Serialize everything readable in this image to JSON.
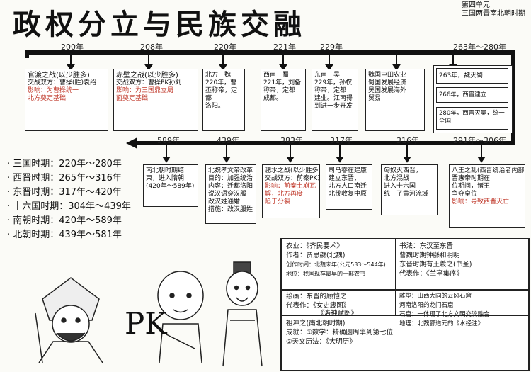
{
  "header": {
    "title": "政权分立与民族交融",
    "unit_line1": "第四单元",
    "unit_line2": "三国两晋南北朝时期"
  },
  "timeline_top": {
    "years": [
      "200年",
      "208年",
      "220年",
      "221年",
      "229年",
      "263年～280年"
    ],
    "boxes": [
      {
        "lines": [
          "官渡之战(以少胜多)",
          "交战双方：曹操(胜)袁绍",
          "影响：为曹操统一",
          "北方奠定基础"
        ]
      },
      {
        "lines": [
          "赤壁之战(以少胜多)",
          "交战双方：曹操PK孙刘",
          "影响：为三国鼎立局",
          "面奠定基础"
        ]
      },
      {
        "lines": [
          "北方一魏",
          "220年，曹丕称帝，定都",
          "洛阳。"
        ]
      },
      {
        "lines": [
          "西南一蜀",
          "221年，刘备",
          "称帝，定都",
          "成都。"
        ]
      },
      {
        "lines": [
          "东南一吴",
          "229年，孙权",
          "称帝，定都",
          "建业。江南得",
          "到进一步开发"
        ]
      },
      {
        "lines": [
          "魏国屯田农业",
          "蜀国发展经济",
          "吴国发展海外",
          "贸易"
        ]
      },
      {
        "lines": [
          "263年，魏灭蜀",
          "266年，西晋建立",
          "280年，西晋灭吴，统一全国"
        ]
      }
    ]
  },
  "timeline_bottom": {
    "years": [
      "589年",
      "439年",
      "383年",
      "317年",
      "316年",
      "291年～306年"
    ],
    "boxes": [
      {
        "lines": [
          "南北朝时期结束，进入隋朝",
          "(420年～589年)"
        ]
      },
      {
        "lines": [
          "北魏孝文帝改革",
          "目的：加强统治",
          "内容：迁都洛阳",
          "说汉语穿汉服",
          "改汉姓通婚",
          "措施：改汉服姓"
        ]
      },
      {
        "lines": [
          "淝水之战(以少胜多)",
          "交战双方：前秦PK东晋",
          "影响：前秦土崩瓦",
          "解，北方再度",
          "陷于分裂"
        ]
      },
      {
        "lines": [
          "司马睿在建康",
          "建立东晋，",
          "北方人口南迁",
          "北伐收复中原"
        ]
      },
      {
        "lines": [
          "匈奴灭西晋，",
          "北方混战",
          "进入十六国",
          "统一了黄河流域"
        ]
      },
      {
        "lines": [
          "八王之乱(西晋统治者内部)",
          "晋惠帝时期在",
          "位期间，诸王",
          "争夺皇位",
          "影响：导致西晋灭亡"
        ]
      }
    ]
  },
  "legend": {
    "items": [
      "三国时期：220年～280年",
      "西晋时期：265年～316年",
      "东晋时期：317年～420年",
      "十六国时期：304年～439年",
      "南朝时期：420年～589年",
      "北朝时期：439年～581年"
    ]
  },
  "panel": {
    "agriculture": [
      "农业：《齐民要术》",
      "作者：贾思勰(北魏)",
      "创作时间：北魏末年(公元533～544年)",
      "地位：我国现存最早的一部农书"
    ],
    "calligraphy": [
      "书法：东汉至东晋",
      "曹魏时期钟繇和明明",
      "东晋时期有王羲之(书圣)",
      "代表作：《兰亭集序》"
    ],
    "painting": [
      "绘画：东晋的顾恺之",
      "代表作：《女史箴图》",
      "《洛神赋图》"
    ],
    "grotto": [
      "雕塑：山西大同的云冈石窟",
      "河南洛阳的龙门石窟",
      "石窟：一体现了北方文明交流融合",
      "地理：北魏郦道元的《水经注》"
    ],
    "zu": [
      "祖冲之(南北朝时期)",
      "成就：①数学：精确圆周率到第七位",
      "②天文历法：《大明历》"
    ]
  },
  "cartoon": {
    "pk_text": "PK"
  }
}
